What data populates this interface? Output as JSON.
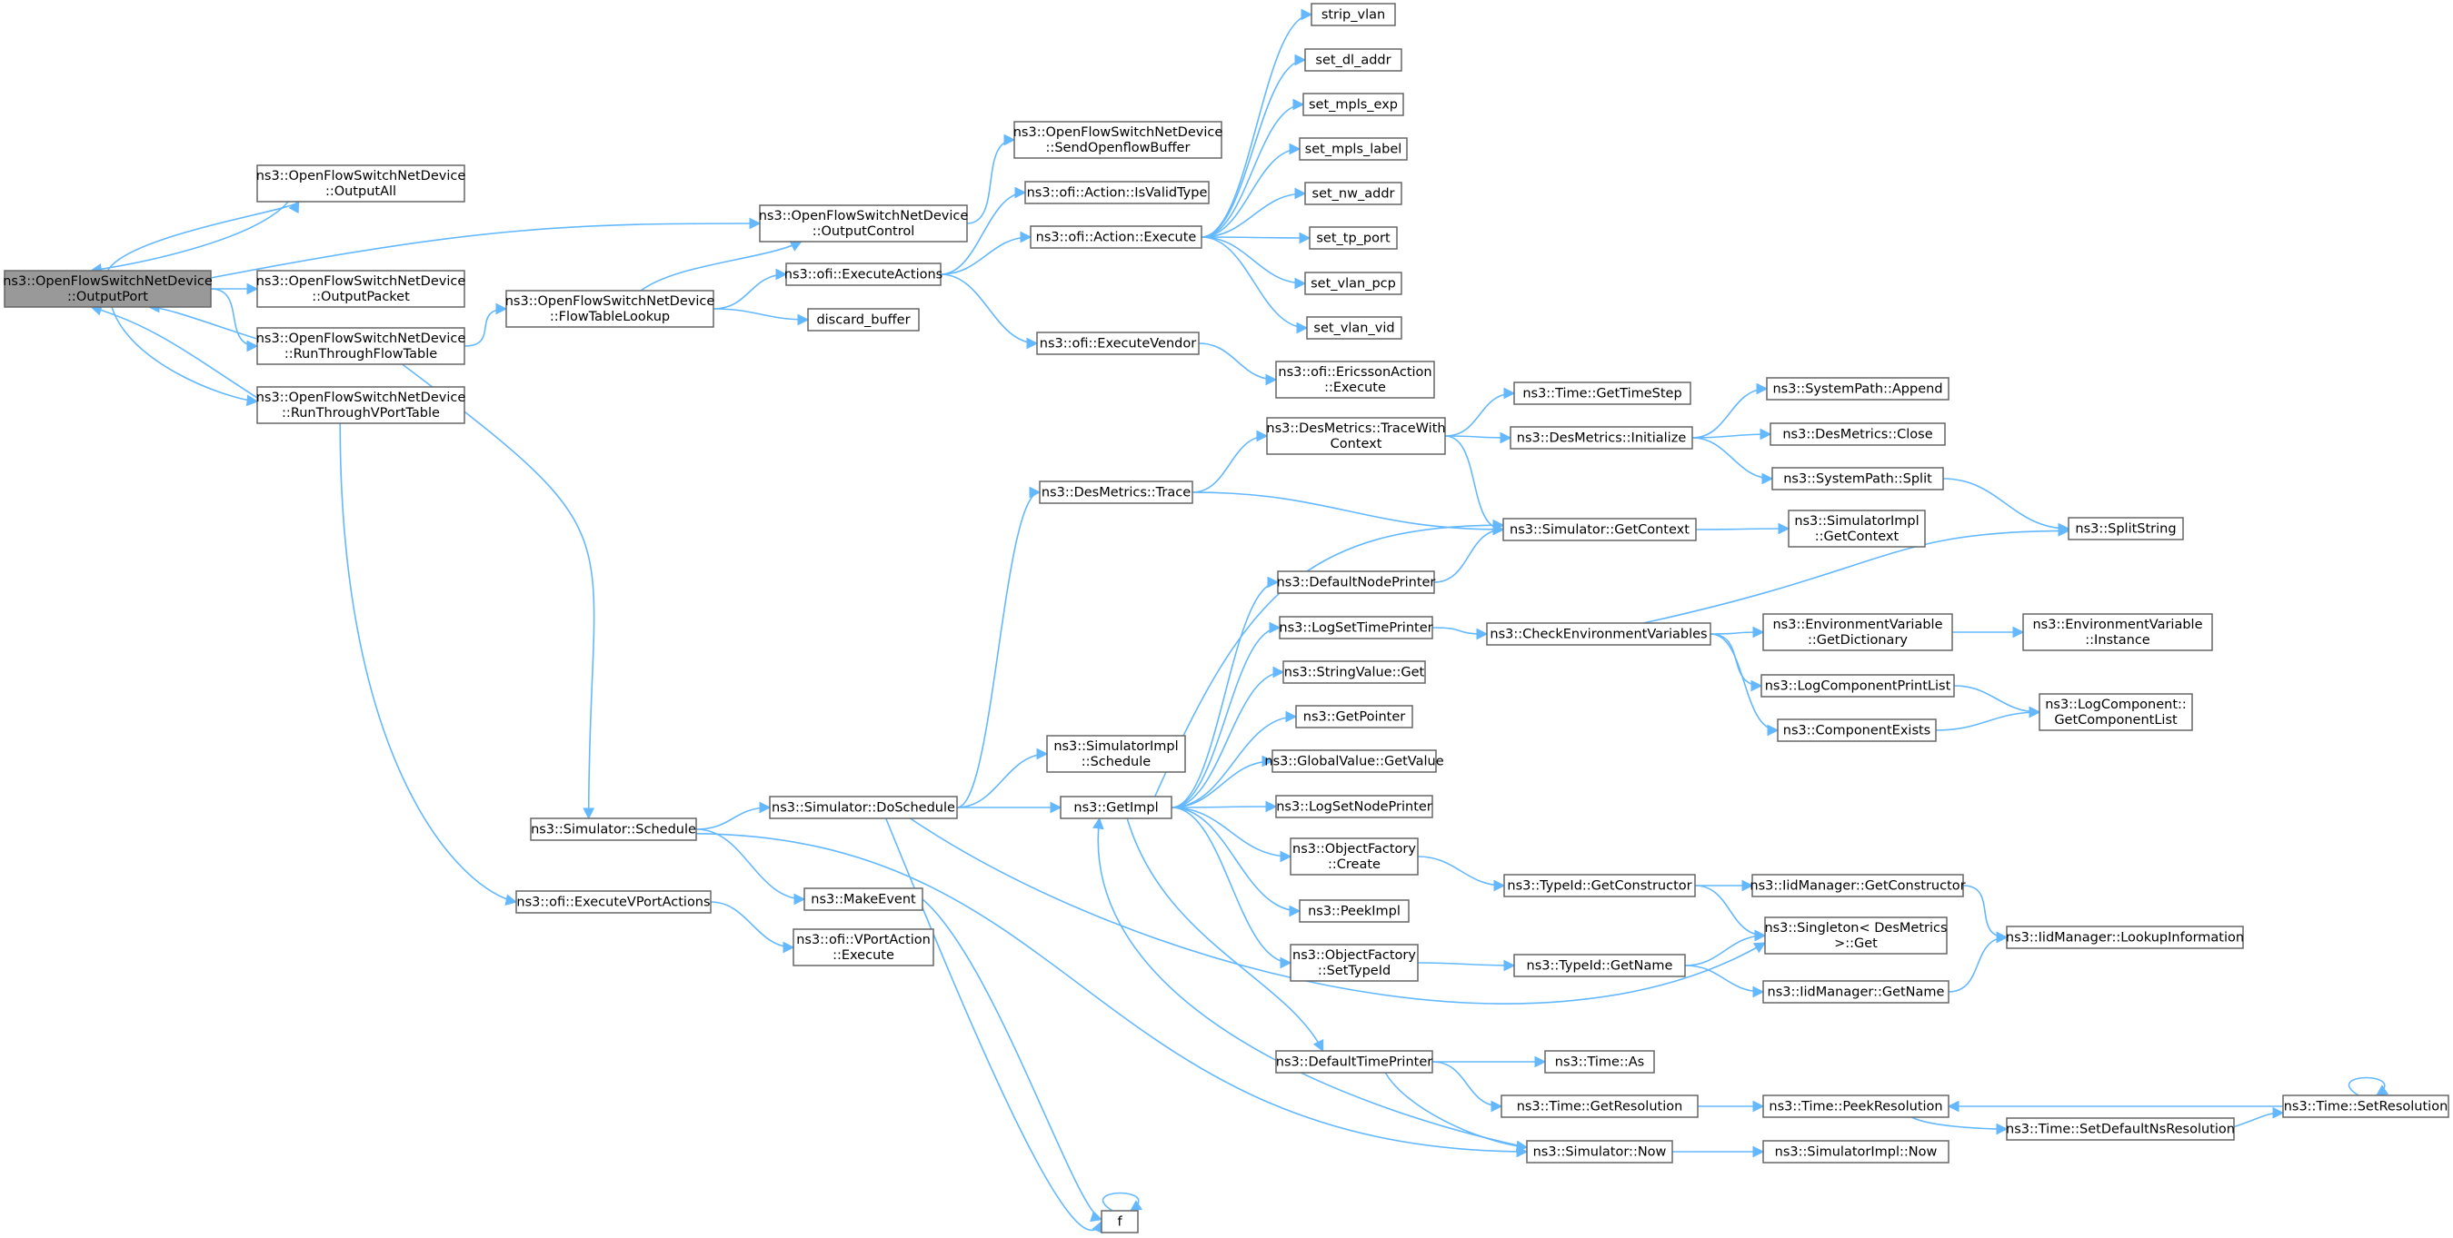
{
  "colors": {
    "edge": "#63b8ff",
    "node_border": "#666666",
    "root_fill": "#999999",
    "node_fill": "#ffffff"
  },
  "nodes": [
    {
      "id": "outputport",
      "lines": [
        "ns3::OpenFlowSwitchNetDevice",
        "::OutputPort"
      ],
      "root": true
    },
    {
      "id": "outputall",
      "lines": [
        "ns3::OpenFlowSwitchNetDevice",
        "::OutputAll"
      ]
    },
    {
      "id": "outputpacket",
      "lines": [
        "ns3::OpenFlowSwitchNetDevice",
        "::OutputPacket"
      ]
    },
    {
      "id": "runflowtable",
      "lines": [
        "ns3::OpenFlowSwitchNetDevice",
        "::RunThroughFlowTable"
      ]
    },
    {
      "id": "runvporttable",
      "lines": [
        "ns3::OpenFlowSwitchNetDevice",
        "::RunThroughVPortTable"
      ]
    },
    {
      "id": "outputcontrol",
      "lines": [
        "ns3::OpenFlowSwitchNetDevice",
        "::OutputControl"
      ]
    },
    {
      "id": "flowtablelookup",
      "lines": [
        "ns3::OpenFlowSwitchNetDevice",
        "::FlowTableLookup"
      ]
    },
    {
      "id": "sendopenflowbuffer",
      "lines": [
        "ns3::OpenFlowSwitchNetDevice",
        "::SendOpenflowBuffer"
      ]
    },
    {
      "id": "executeactions",
      "lines": [
        "ns3::ofi::ExecuteActions"
      ]
    },
    {
      "id": "discardbuffer",
      "lines": [
        "discard_buffer"
      ]
    },
    {
      "id": "isvalidtype",
      "lines": [
        "ns3::ofi::Action::IsValidType"
      ]
    },
    {
      "id": "actionexecute",
      "lines": [
        "ns3::ofi::Action::Execute"
      ]
    },
    {
      "id": "executevendor",
      "lines": [
        "ns3::ofi::ExecuteVendor"
      ]
    },
    {
      "id": "ericssonexecute",
      "lines": [
        "ns3::ofi::EricssonAction",
        "::Execute"
      ]
    },
    {
      "id": "stripvlan",
      "lines": [
        "strip_vlan"
      ]
    },
    {
      "id": "setdladdr",
      "lines": [
        "set_dl_addr"
      ]
    },
    {
      "id": "setmplsexp",
      "lines": [
        "set_mpls_exp"
      ]
    },
    {
      "id": "setmplslabel",
      "lines": [
        "set_mpls_label"
      ]
    },
    {
      "id": "setnwaddr",
      "lines": [
        "set_nw_addr"
      ]
    },
    {
      "id": "settpport",
      "lines": [
        "set_tp_port"
      ]
    },
    {
      "id": "setvlanpcp",
      "lines": [
        "set_vlan_pcp"
      ]
    },
    {
      "id": "setvlanvid",
      "lines": [
        "set_vlan_vid"
      ]
    },
    {
      "id": "simschedule",
      "lines": [
        "ns3::Simulator::Schedule"
      ]
    },
    {
      "id": "executevportactions",
      "lines": [
        "ns3::ofi::ExecuteVPortActions"
      ]
    },
    {
      "id": "vportexecute",
      "lines": [
        "ns3::ofi::VPortAction",
        "::Execute"
      ]
    },
    {
      "id": "doschedule",
      "lines": [
        "ns3::Simulator::DoSchedule"
      ]
    },
    {
      "id": "makeevent",
      "lines": [
        "ns3::MakeEvent"
      ]
    },
    {
      "id": "desmetricstrace",
      "lines": [
        "ns3::DesMetrics::Trace"
      ]
    },
    {
      "id": "simimplschedule",
      "lines": [
        "ns3::SimulatorImpl",
        "::Schedule"
      ]
    },
    {
      "id": "getimpl",
      "lines": [
        "ns3::GetImpl"
      ]
    },
    {
      "id": "f",
      "lines": [
        "f"
      ]
    },
    {
      "id": "tracewithcontext",
      "lines": [
        "ns3::DesMetrics::TraceWith",
        "Context"
      ]
    },
    {
      "id": "gettimestep",
      "lines": [
        "ns3::Time::GetTimeStep"
      ]
    },
    {
      "id": "desinitialize",
      "lines": [
        "ns3::DesMetrics::Initialize"
      ]
    },
    {
      "id": "getcontext",
      "lines": [
        "ns3::Simulator::GetContext"
      ]
    },
    {
      "id": "syspathappend",
      "lines": [
        "ns3::SystemPath::Append"
      ]
    },
    {
      "id": "desclose",
      "lines": [
        "ns3::DesMetrics::Close"
      ]
    },
    {
      "id": "syspathsplit",
      "lines": [
        "ns3::SystemPath::Split"
      ]
    },
    {
      "id": "splitstring",
      "lines": [
        "ns3::SplitString"
      ]
    },
    {
      "id": "simimplgetcontext",
      "lines": [
        "ns3::SimulatorImpl",
        "::GetContext"
      ]
    },
    {
      "id": "defaultnodeprinter",
      "lines": [
        "ns3::DefaultNodePrinter"
      ]
    },
    {
      "id": "logsettimeprinter",
      "lines": [
        "ns3::LogSetTimePrinter"
      ]
    },
    {
      "id": "checkenv",
      "lines": [
        "ns3::CheckEnvironmentVariables"
      ]
    },
    {
      "id": "envgetdict",
      "lines": [
        "ns3::EnvironmentVariable",
        "::GetDictionary"
      ]
    },
    {
      "id": "envinstance",
      "lines": [
        "ns3::EnvironmentVariable",
        "::Instance"
      ]
    },
    {
      "id": "logcompprintlist",
      "lines": [
        "ns3::LogComponentPrintList"
      ]
    },
    {
      "id": "componentexists",
      "lines": [
        "ns3::ComponentExists"
      ]
    },
    {
      "id": "getcomponentlist",
      "lines": [
        "ns3::LogComponent::",
        "GetComponentList"
      ]
    },
    {
      "id": "stringvalueget",
      "lines": [
        "ns3::StringValue::Get"
      ]
    },
    {
      "id": "getpointer",
      "lines": [
        "ns3::GetPointer"
      ]
    },
    {
      "id": "globalvaluegetvalue",
      "lines": [
        "ns3::GlobalValue::GetValue"
      ]
    },
    {
      "id": "logsetnodeprinter",
      "lines": [
        "ns3::LogSetNodePrinter"
      ]
    },
    {
      "id": "objectfactorycreate",
      "lines": [
        "ns3::ObjectFactory",
        "::Create"
      ]
    },
    {
      "id": "typeidgetconstructor",
      "lines": [
        "ns3::TypeId::GetConstructor"
      ]
    },
    {
      "id": "iidgetconstructor",
      "lines": [
        "ns3::IidManager::GetConstructor"
      ]
    },
    {
      "id": "peekimpl",
      "lines": [
        "ns3::PeekImpl"
      ]
    },
    {
      "id": "singletonget",
      "lines": [
        "ns3::Singleton< DesMetrics",
        " >::Get"
      ]
    },
    {
      "id": "iidlookup",
      "lines": [
        "ns3::IidManager::LookupInformation"
      ]
    },
    {
      "id": "objectfactorysettypeid",
      "lines": [
        "ns3::ObjectFactory",
        "::SetTypeId"
      ]
    },
    {
      "id": "typeidgetname",
      "lines": [
        "ns3::TypeId::GetName"
      ]
    },
    {
      "id": "iidgetname",
      "lines": [
        "ns3::IidManager::GetName"
      ]
    },
    {
      "id": "defaulttimeprinter",
      "lines": [
        "ns3::DefaultTimePrinter"
      ]
    },
    {
      "id": "timeas",
      "lines": [
        "ns3::Time::As"
      ]
    },
    {
      "id": "timegetresolution",
      "lines": [
        "ns3::Time::GetResolution"
      ]
    },
    {
      "id": "timepeekresolution",
      "lines": [
        "ns3::Time::PeekResolution"
      ]
    },
    {
      "id": "timesetresolution",
      "lines": [
        "ns3::Time::SetResolution"
      ]
    },
    {
      "id": "timesetdefaultns",
      "lines": [
        "ns3::Time::SetDefaultNsResolution"
      ]
    },
    {
      "id": "simnow",
      "lines": [
        "ns3::Simulator::Now"
      ]
    },
    {
      "id": "simimplnow",
      "lines": [
        "ns3::SimulatorImpl::Now"
      ]
    }
  ],
  "edges": [
    [
      "outputport",
      "outputall"
    ],
    [
      "outputall",
      "outputport"
    ],
    [
      "outputport",
      "outputcontrol"
    ],
    [
      "outputport",
      "outputpacket"
    ],
    [
      "outputport",
      "runflowtable"
    ],
    [
      "runflowtable",
      "outputport"
    ],
    [
      "outputport",
      "runvporttable"
    ],
    [
      "runvporttable",
      "outputport"
    ],
    [
      "outputcontrol",
      "sendopenflowbuffer"
    ],
    [
      "runflowtable",
      "flowtablelookup"
    ],
    [
      "runflowtable",
      "simschedule"
    ],
    [
      "runvporttable",
      "executevportactions"
    ],
    [
      "flowtablelookup",
      "outputcontrol"
    ],
    [
      "flowtablelookup",
      "executeactions"
    ],
    [
      "flowtablelookup",
      "discardbuffer"
    ],
    [
      "executeactions",
      "isvalidtype"
    ],
    [
      "executeactions",
      "actionexecute"
    ],
    [
      "executeactions",
      "executevendor"
    ],
    [
      "actionexecute",
      "stripvlan"
    ],
    [
      "actionexecute",
      "setdladdr"
    ],
    [
      "actionexecute",
      "setmplsexp"
    ],
    [
      "actionexecute",
      "setmplslabel"
    ],
    [
      "actionexecute",
      "setnwaddr"
    ],
    [
      "actionexecute",
      "settpport"
    ],
    [
      "actionexecute",
      "setvlanpcp"
    ],
    [
      "actionexecute",
      "setvlanvid"
    ],
    [
      "executevendor",
      "ericssonexecute"
    ],
    [
      "executevportactions",
      "vportexecute"
    ],
    [
      "simschedule",
      "doschedule"
    ],
    [
      "simschedule",
      "makeevent"
    ],
    [
      "simschedule",
      "simnow"
    ],
    [
      "doschedule",
      "desmetricstrace"
    ],
    [
      "doschedule",
      "simimplschedule"
    ],
    [
      "doschedule",
      "getimpl"
    ],
    [
      "doschedule",
      "f"
    ],
    [
      "doschedule",
      "singletonget"
    ],
    [
      "makeevent",
      "f"
    ],
    [
      "f",
      "f"
    ],
    [
      "desmetricstrace",
      "tracewithcontext"
    ],
    [
      "desmetricstrace",
      "getcontext"
    ],
    [
      "tracewithcontext",
      "gettimestep"
    ],
    [
      "tracewithcontext",
      "desinitialize"
    ],
    [
      "tracewithcontext",
      "getcontext"
    ],
    [
      "desinitialize",
      "syspathappend"
    ],
    [
      "desinitialize",
      "desclose"
    ],
    [
      "desinitialize",
      "syspathsplit"
    ],
    [
      "syspathsplit",
      "splitstring"
    ],
    [
      "getcontext",
      "simimplgetcontext"
    ],
    [
      "getimpl",
      "getcontext"
    ],
    [
      "getimpl",
      "defaultnodeprinter"
    ],
    [
      "getimpl",
      "logsettimeprinter"
    ],
    [
      "getimpl",
      "stringvalueget"
    ],
    [
      "getimpl",
      "getpointer"
    ],
    [
      "getimpl",
      "globalvaluegetvalue"
    ],
    [
      "getimpl",
      "logsetnodeprinter"
    ],
    [
      "getimpl",
      "objectfactorycreate"
    ],
    [
      "getimpl",
      "peekimpl"
    ],
    [
      "getimpl",
      "objectfactorysettypeid"
    ],
    [
      "getimpl",
      "defaulttimeprinter"
    ],
    [
      "defaultnodeprinter",
      "getcontext"
    ],
    [
      "logsettimeprinter",
      "checkenv"
    ],
    [
      "checkenv",
      "splitstring"
    ],
    [
      "checkenv",
      "envgetdict"
    ],
    [
      "checkenv",
      "logcompprintlist"
    ],
    [
      "checkenv",
      "componentexists"
    ],
    [
      "envgetdict",
      "envinstance"
    ],
    [
      "logcompprintlist",
      "getcomponentlist"
    ],
    [
      "componentexists",
      "getcomponentlist"
    ],
    [
      "objectfactorycreate",
      "typeidgetconstructor"
    ],
    [
      "typeidgetconstructor",
      "iidgetconstructor"
    ],
    [
      "typeidgetconstructor",
      "singletonget"
    ],
    [
      "iidgetconstructor",
      "iidlookup"
    ],
    [
      "objectfactorysettypeid",
      "typeidgetname"
    ],
    [
      "typeidgetname",
      "singletonget"
    ],
    [
      "typeidgetname",
      "iidgetname"
    ],
    [
      "iidgetname",
      "iidlookup"
    ],
    [
      "defaulttimeprinter",
      "timeas"
    ],
    [
      "defaulttimeprinter",
      "timegetresolution"
    ],
    [
      "defaulttimeprinter",
      "simnow"
    ],
    [
      "timegetresolution",
      "timepeekresolution"
    ],
    [
      "timepeekresolution",
      "timesetdefaultns"
    ],
    [
      "timesetdefaultns",
      "timesetresolution"
    ],
    [
      "timesetresolution",
      "timepeekresolution"
    ],
    [
      "timesetresolution",
      "timesetresolution"
    ],
    [
      "simnow",
      "getimpl"
    ],
    [
      "simnow",
      "simimplnow"
    ]
  ]
}
